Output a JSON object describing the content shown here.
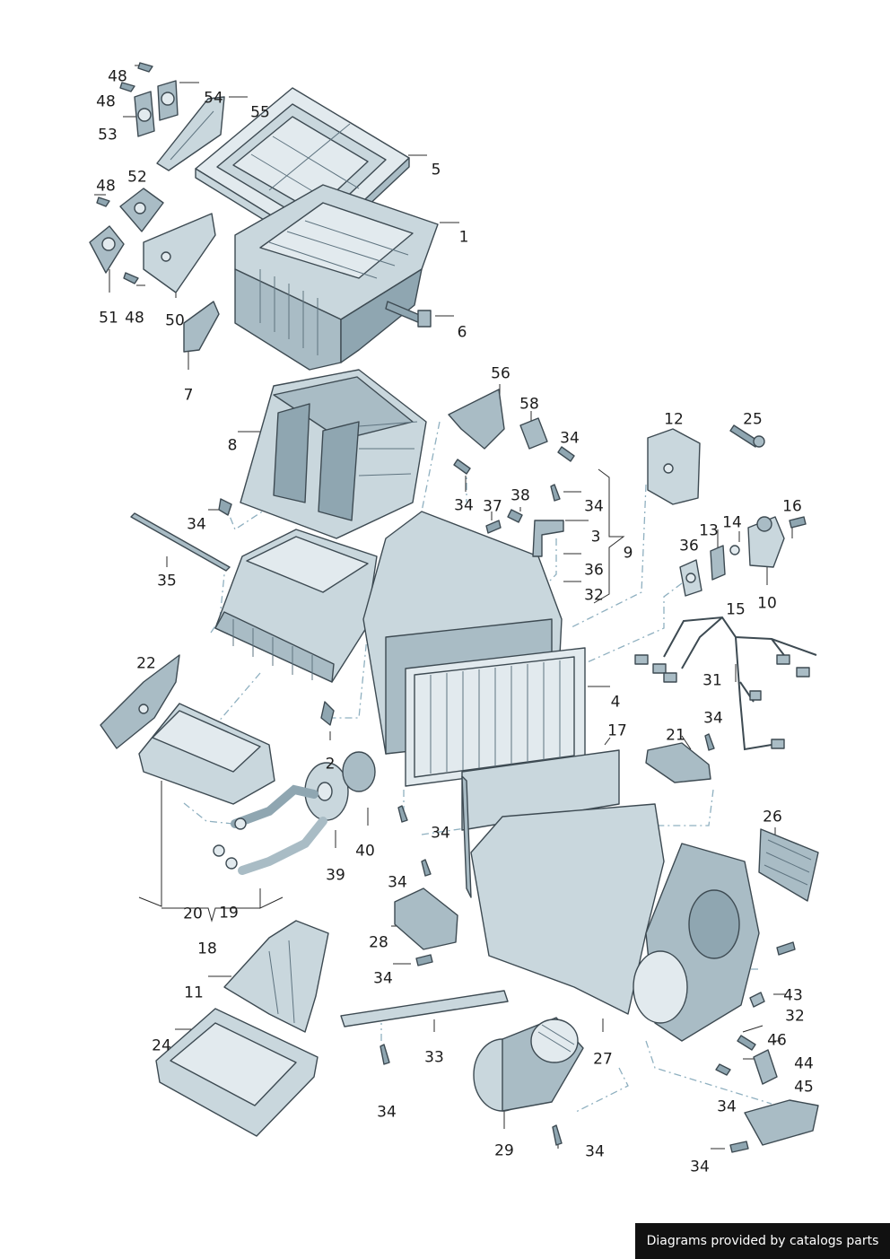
{
  "labels": {
    "l48a": "48",
    "l48b": "48",
    "l48c": "48",
    "l48d": "48",
    "l54": "54",
    "l55": "55",
    "l53": "53",
    "l5": "5",
    "l52": "52",
    "l1": "1",
    "l51": "51",
    "l50": "50",
    "l6": "6",
    "l7": "7",
    "l56": "56",
    "l58": "58",
    "l8": "8",
    "l12": "12",
    "l25": "25",
    "l34a": "34",
    "l34b": "34",
    "l34c": "34",
    "l34d": "34",
    "l34e": "34",
    "l34f": "34",
    "l34g": "34",
    "l34h": "34",
    "l34i": "34",
    "l34j": "34",
    "l34k": "34",
    "l34l": "34",
    "l37": "37",
    "l38": "38",
    "l3": "3",
    "l9": "9",
    "l36a": "36",
    "l36b": "36",
    "l32a": "32",
    "l32b": "32",
    "l35": "35",
    "l13": "13",
    "l14": "14",
    "l16": "16",
    "l10": "10",
    "l15": "15",
    "l22": "22",
    "l4": "4",
    "l31": "31",
    "l17": "17",
    "l21": "21",
    "l2": "2",
    "l40": "40",
    "l39": "39",
    "l26": "26",
    "l20": "20",
    "l19": "19",
    "l28": "28",
    "l18": "18",
    "l11": "11",
    "l43": "43",
    "l46": "46",
    "l44": "44",
    "l45": "45",
    "l24": "24",
    "l33": "33",
    "l27": "27",
    "l29": "29"
  },
  "footer": {
    "credit": "Diagrams provided by catalogs parts"
  },
  "colors": {
    "partLight": "#c9d7dd",
    "partMid": "#a9bcc5",
    "partDark": "#8fa6b1",
    "outline": "#3d4a52",
    "leader": "#8fb0c0"
  }
}
